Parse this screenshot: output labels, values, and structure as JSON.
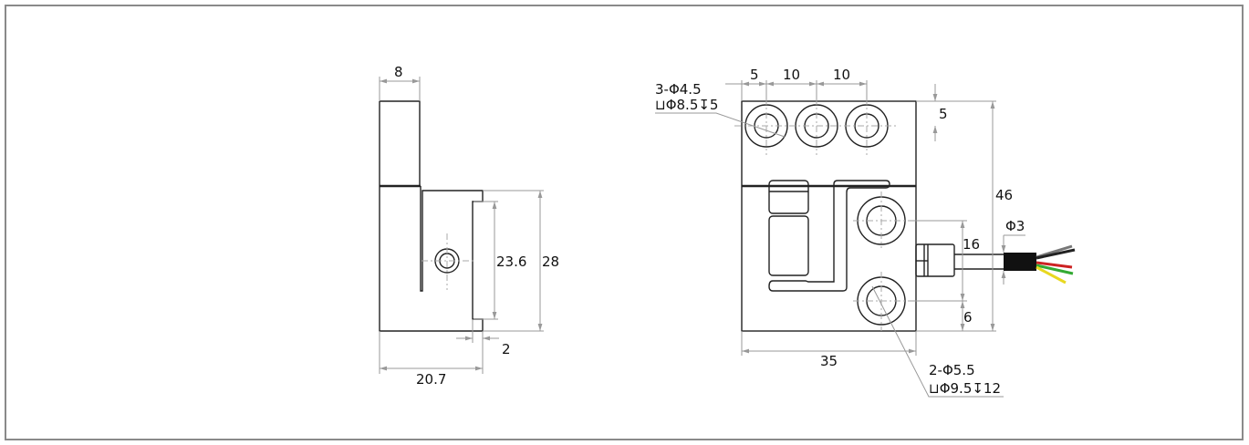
{
  "side_view": {
    "dims": {
      "width_top": "8",
      "inner_height": "23.6",
      "height": "28",
      "lip": "2",
      "total_width": "20.7"
    }
  },
  "front_view": {
    "dims": {
      "spacing_1": "5",
      "spacing_2": "10",
      "spacing_3": "10",
      "top_offset": "5",
      "height": "46",
      "hole_spacing": "16",
      "bottom_offset": "6",
      "width": "35",
      "cable_dia": "Φ3"
    },
    "top_holes_note": {
      "line1": "3-Φ4.5",
      "line2": "⊔Φ8.5↧5"
    },
    "bottom_holes_note": {
      "line1": "2-Φ5.5",
      "line2": "⊔Φ9.5↧12"
    }
  },
  "wire_colors": [
    "#ffffff",
    "#222222",
    "#cc2222",
    "#33aa33",
    "#e8d820"
  ]
}
